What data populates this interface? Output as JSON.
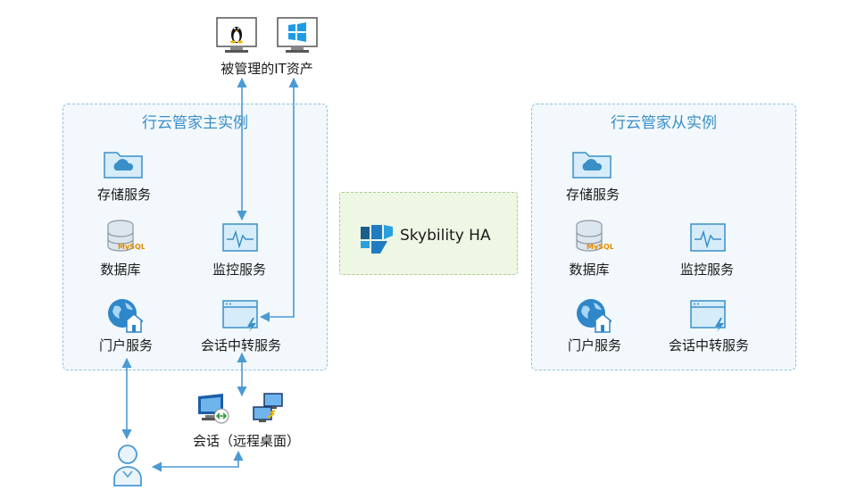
{
  "assets": {
    "label": "被管理的IT资产",
    "icons": [
      "linux-icon",
      "windows-icon"
    ]
  },
  "primary": {
    "title": "行云管家主实例",
    "services": {
      "storage": "存储服务",
      "database": "数据库",
      "monitor": "监控服务",
      "portal": "门户服务",
      "relay": "会话中转服务"
    },
    "db_badge": "MySQL"
  },
  "secondary": {
    "title": "行云管家从实例",
    "services": {
      "storage": "存储服务",
      "database": "数据库",
      "monitor": "监控服务",
      "portal": "门户服务",
      "relay": "会话中转服务"
    },
    "db_badge": "MySQL"
  },
  "ha": {
    "label": "Skybility HA"
  },
  "session": {
    "label": "会话（远程桌面）"
  },
  "colors": {
    "accent": "#3a8fc8",
    "arrow": "#4a9ad4",
    "panel_border": "#8fc3de",
    "ha_border": "#a9cf8a"
  }
}
